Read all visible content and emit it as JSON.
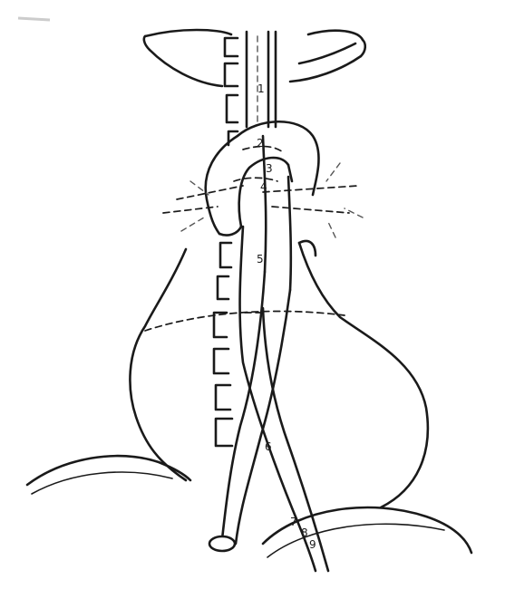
{
  "diagram": {
    "labels": [
      {
        "id": "1",
        "text": "1"
      },
      {
        "id": "2",
        "text": "2"
      },
      {
        "id": "3",
        "text": "3"
      },
      {
        "id": "4",
        "text": "4"
      },
      {
        "id": "5",
        "text": "5"
      },
      {
        "id": "6",
        "text": "6"
      },
      {
        "id": "7",
        "text": "7"
      },
      {
        "id": "8",
        "text": "8"
      },
      {
        "id": "9",
        "text": "9"
      }
    ],
    "colors": {
      "ink": "#1a1a1a",
      "background": "#ffffff"
    }
  }
}
